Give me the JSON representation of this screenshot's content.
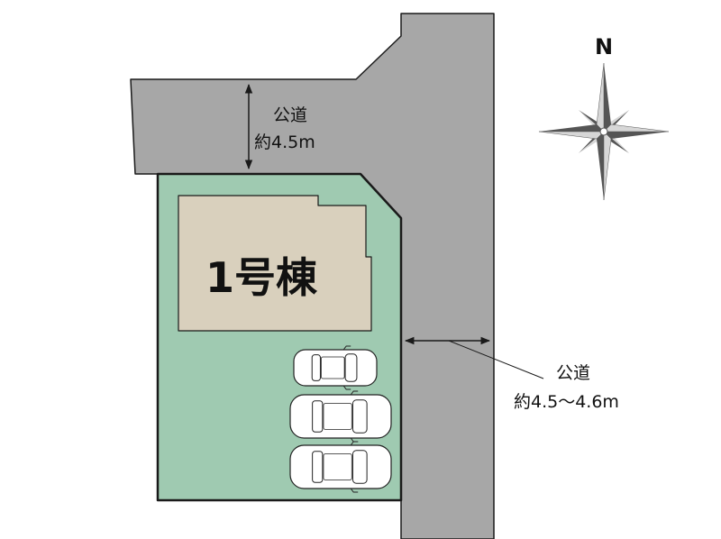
{
  "building": {
    "label": "1号棟"
  },
  "north_road": {
    "line1": "公道",
    "line2": "約4.5m"
  },
  "east_road": {
    "line1": "公道",
    "line2": "約4.5～4.6m"
  },
  "compass": {
    "label": "N"
  },
  "parking": {
    "count": 3
  },
  "colors": {
    "road": "#a7a7a7",
    "lot": "#9fcab1",
    "building": "#d9d0bd",
    "outline": "#1a1a1a",
    "compass_dark": "#555555",
    "compass_light": "#d7d7d7"
  }
}
